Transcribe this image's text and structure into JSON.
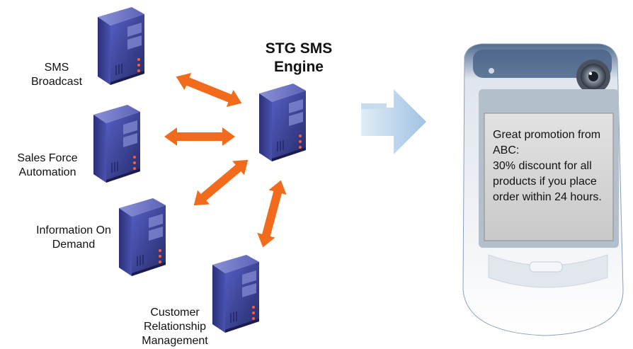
{
  "engine": {
    "title": "STG SMS Engine"
  },
  "services": [
    {
      "label": "SMS Broadcast"
    },
    {
      "label": "Sales Force Automation"
    },
    {
      "label": "Information On Demand"
    },
    {
      "label": "Customer Relationship Management"
    }
  ],
  "phone": {
    "message": "Great promotion from ABC:\n30% discount for all products if you place order within 24 hours."
  },
  "colors": {
    "arrow": "#f26a1b",
    "server_body": "#3b3f8f",
    "server_front": "#2a2d6e",
    "flow_arrow": "#9fc6e4",
    "phone_screen": "#d7d7d7",
    "phone_body": "#e9edf3"
  }
}
